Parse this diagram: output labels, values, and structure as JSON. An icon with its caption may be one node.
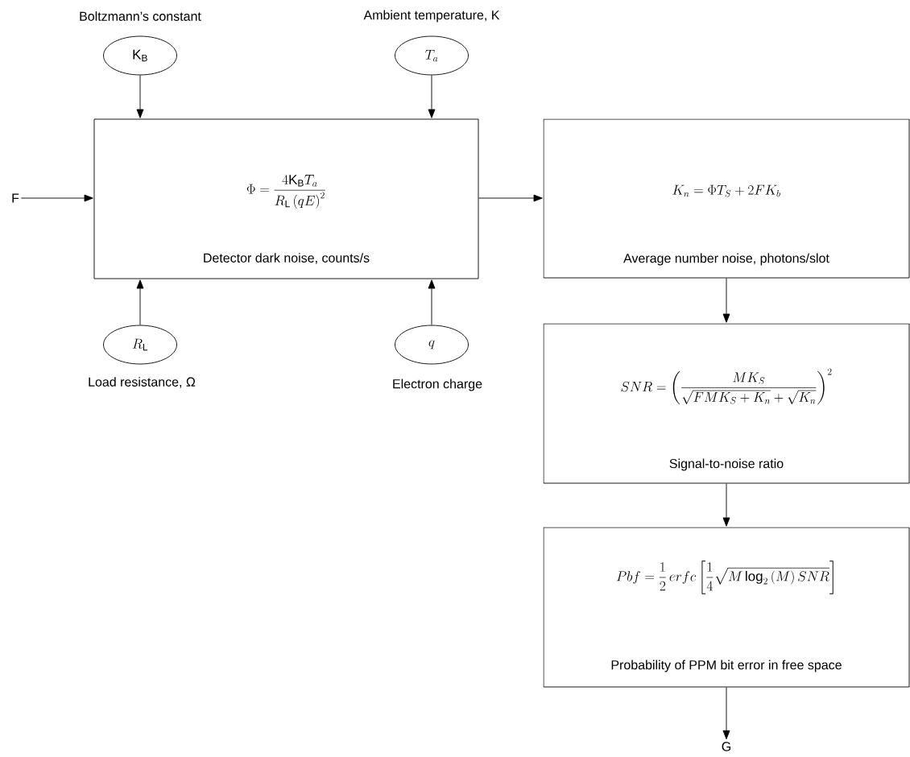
{
  "diagram": {
    "nodes": [
      {
        "text": [
          "\\mathrm{K}_{\\mathrm{B}}"
        ],
        "beside": [
          "Boltzmann’s constant"
        ]
      },
      {
        "text": [
          "T_{a}"
        ],
        "beside": [
          "Ambient temperature, K"
        ]
      },
      {
        "text": [
          "F"
        ]
      },
      {
        "text": [
          "\\Phi = \\frac{4\\mathrm{K}_{\\mathrm{B}} T_{a}}{R_{\\mathrm{L}}\\left(qE\\right)^{2}}",
          "Detector dark noise, counts/s"
        ]
      },
      {
        "text": [
          "R_{\\mathrm{L}}"
        ],
        "beside": [
          "Load resistance, Ω"
        ]
      },
      {
        "text": [
          "q"
        ],
        "beside": [
          "Electron charge"
        ]
      },
      {
        "text": [
          "K_{n} = \\Phi T_{S} + 2FK_{b}",
          "Average number noise, photons/slot"
        ]
      },
      {
        "text": [
          "SNR = \\left(\\frac{MK_{S}}{\\sqrt{FMK_{S}+K_{n}}+\\sqrt{K_{n}}}\\right)^{2}",
          "Signal-to-noise ratio"
        ]
      },
      {
        "text": [
          "Pbf = \\frac{1}{2}\\,erfc\\left[\\frac{1}{4}\\sqrt{M\\log_{2}\\left(M\\right)SNR}\\right]",
          "Probability of PPM bit error in free space"
        ]
      },
      {
        "text": [
          "G"
        ]
      }
    ],
    "edges": [
      {
        "from": 0,
        "to": 3,
        "arrow": "to"
      },
      {
        "from": 1,
        "to": 3,
        "arrow": "to"
      },
      {
        "from": 2,
        "to": 3,
        "arrow": "to"
      },
      {
        "from": 4,
        "to": 3,
        "arrow": "to"
      },
      {
        "from": 5,
        "to": 3,
        "arrow": "to"
      },
      {
        "from": 3,
        "to": 6,
        "arrow": "to"
      },
      {
        "from": 6,
        "to": 7,
        "arrow": "to"
      },
      {
        "from": 7,
        "to": 8,
        "arrow": "to"
      },
      {
        "from": 8,
        "to": 9,
        "arrow": "to"
      }
    ]
  }
}
